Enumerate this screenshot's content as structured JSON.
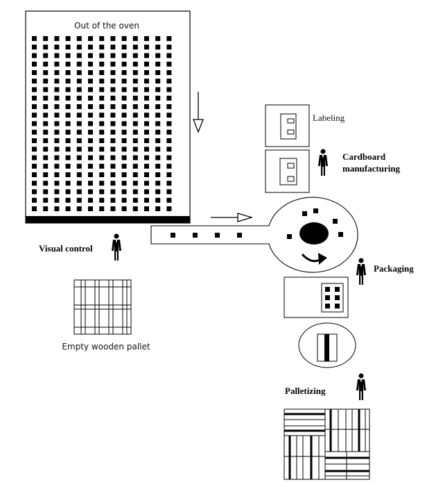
{
  "labels": {
    "oven": "Out of the oven",
    "labeling": "Labeling",
    "cardboard_line1": "Cardboard",
    "cardboard_line2": "manufacturing",
    "visual_control": "Visual control",
    "packaging": "Packaging",
    "empty_pallet": "Empty wooden pallet",
    "palletizing": "Palletizing"
  },
  "icons": {
    "worker": "person-icon",
    "arrow_down": "arrow-down-icon",
    "arrow_right": "arrow-right-icon",
    "rotation": "curved-arrow-icon"
  },
  "colors": {
    "ink": "#000000",
    "paper": "#ffffff"
  }
}
